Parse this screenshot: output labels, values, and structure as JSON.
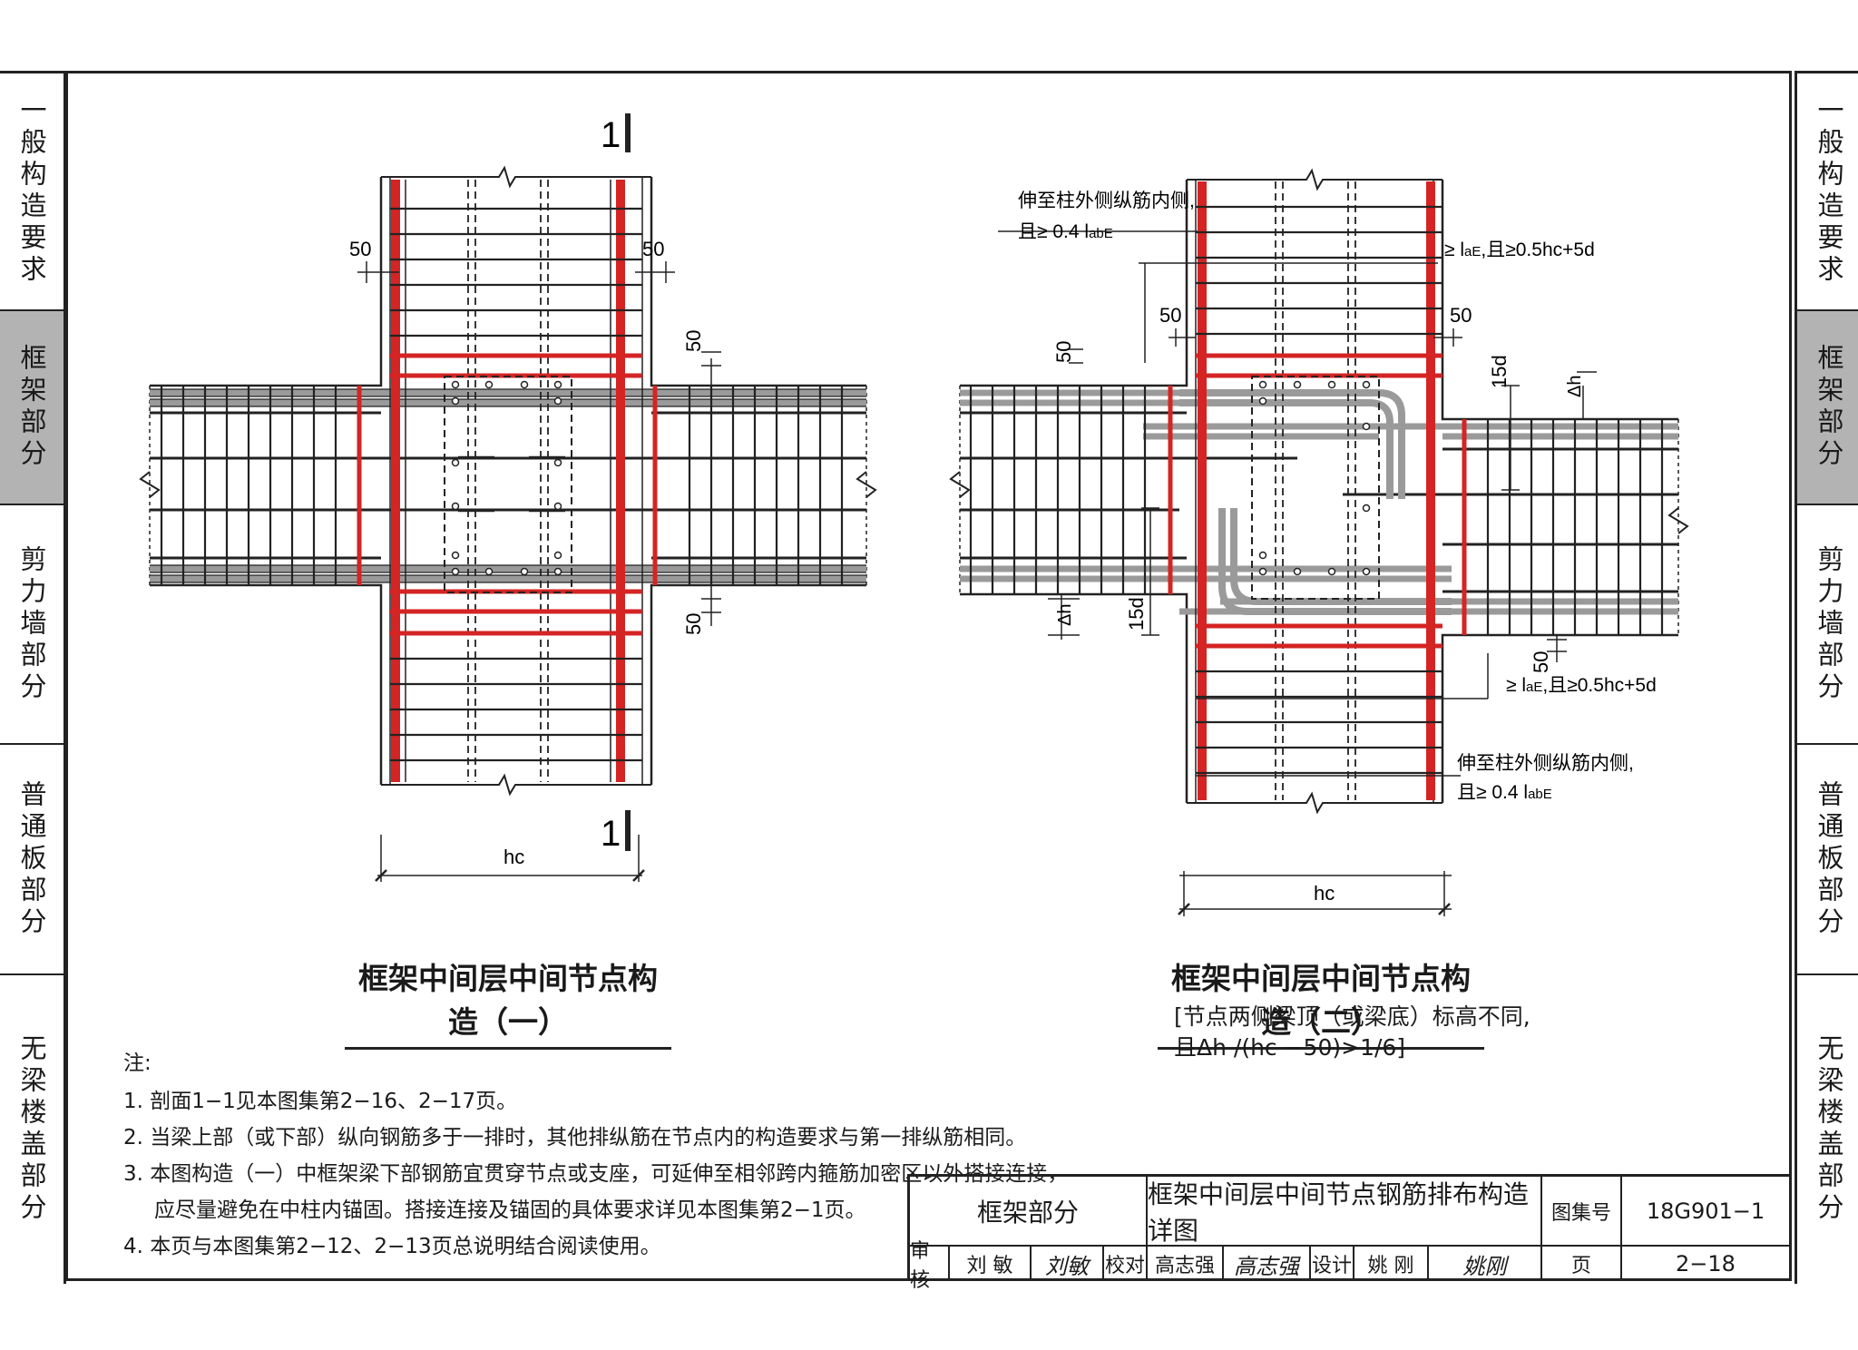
{
  "side_tabs": [
    {
      "label": "一般构造要求",
      "active": false
    },
    {
      "label": "框架部分",
      "active": true
    },
    {
      "label": "剪力墙部分",
      "active": false
    },
    {
      "label": "普通板部分",
      "active": false
    },
    {
      "label": "无梁楼盖部分",
      "active": false
    }
  ],
  "diagram1": {
    "section_mark": "1",
    "dim_top_left": "50",
    "dim_top_right": "50",
    "dim_beam_top": "50",
    "dim_beam_bottom": "50",
    "dim_hc": "hc",
    "caption": "框架中间层中间节点构造（一）"
  },
  "diagram2": {
    "note_top_line1": "伸至柱外侧纵筋内侧,",
    "note_top_line2": "且≥ 0.4 l",
    "note_top_sub": "abE",
    "anchor_top_pre": "≥ l",
    "anchor_top_sub": "aE",
    "anchor_top_post": ",且≥0.5hc+5d",
    "dim_50_a": "50",
    "dim_50_b": "50",
    "dim_50_c": "50",
    "dim_50_d": "50",
    "dim_15d_top": "15d",
    "dim_15d_bottom": "15d",
    "delta_h": "Δh",
    "anchor_bot_pre": "≥ l",
    "anchor_bot_sub": "aE",
    "anchor_bot_post": ",且≥0.5hc+5d",
    "note_bot_line1": "伸至柱外侧纵筋内侧,",
    "note_bot_line2": "且≥ 0.4 l",
    "note_bot_sub": "abE",
    "dim_hc": "hc",
    "caption": "框架中间层中间节点构造（二）",
    "subcaption_line1": "[节点两侧梁顶（或梁底）标高不同,",
    "subcaption_line2": "且Δh /(hc −50)>1/6]"
  },
  "notes": {
    "heading": "注:",
    "items": [
      "1. 剖面1−1见本图集第2−16、2−17页。",
      "2. 当梁上部（或下部）纵向钢筋多于一排时，其他排纵筋在节点内的构造要求与第一排纵筋相同。",
      "3. 本图构造（一）中框架梁下部钢筋宜贯穿节点或支座，可延伸至相邻跨内箍筋加密区以外搭接连接，",
      "应尽量避免在中柱内锚固。搭接连接及锚固的具体要求详见本图集第2−1页。",
      "4. 本页与本图集第2−12、2−13页总说明结合阅读使用。"
    ]
  },
  "title_block": {
    "category": "框架部分",
    "title": "框架中间层中间节点钢筋排布构造详图",
    "atlas_label": "图集号",
    "atlas_no": "18G901−1",
    "review_label": "审核",
    "reviewer": "刘 敏",
    "reviewer_sig": "刘敏",
    "check_label": "校对",
    "checker": "高志强",
    "checker_sig": "高志强",
    "design_label": "设计",
    "designer": "姚 刚",
    "designer_sig": "姚刚",
    "page_label": "页",
    "page_no": "2−18"
  },
  "colors": {
    "rebar_red": "#d42424",
    "line": "#222222",
    "tab_active": "#b3b3b3"
  }
}
